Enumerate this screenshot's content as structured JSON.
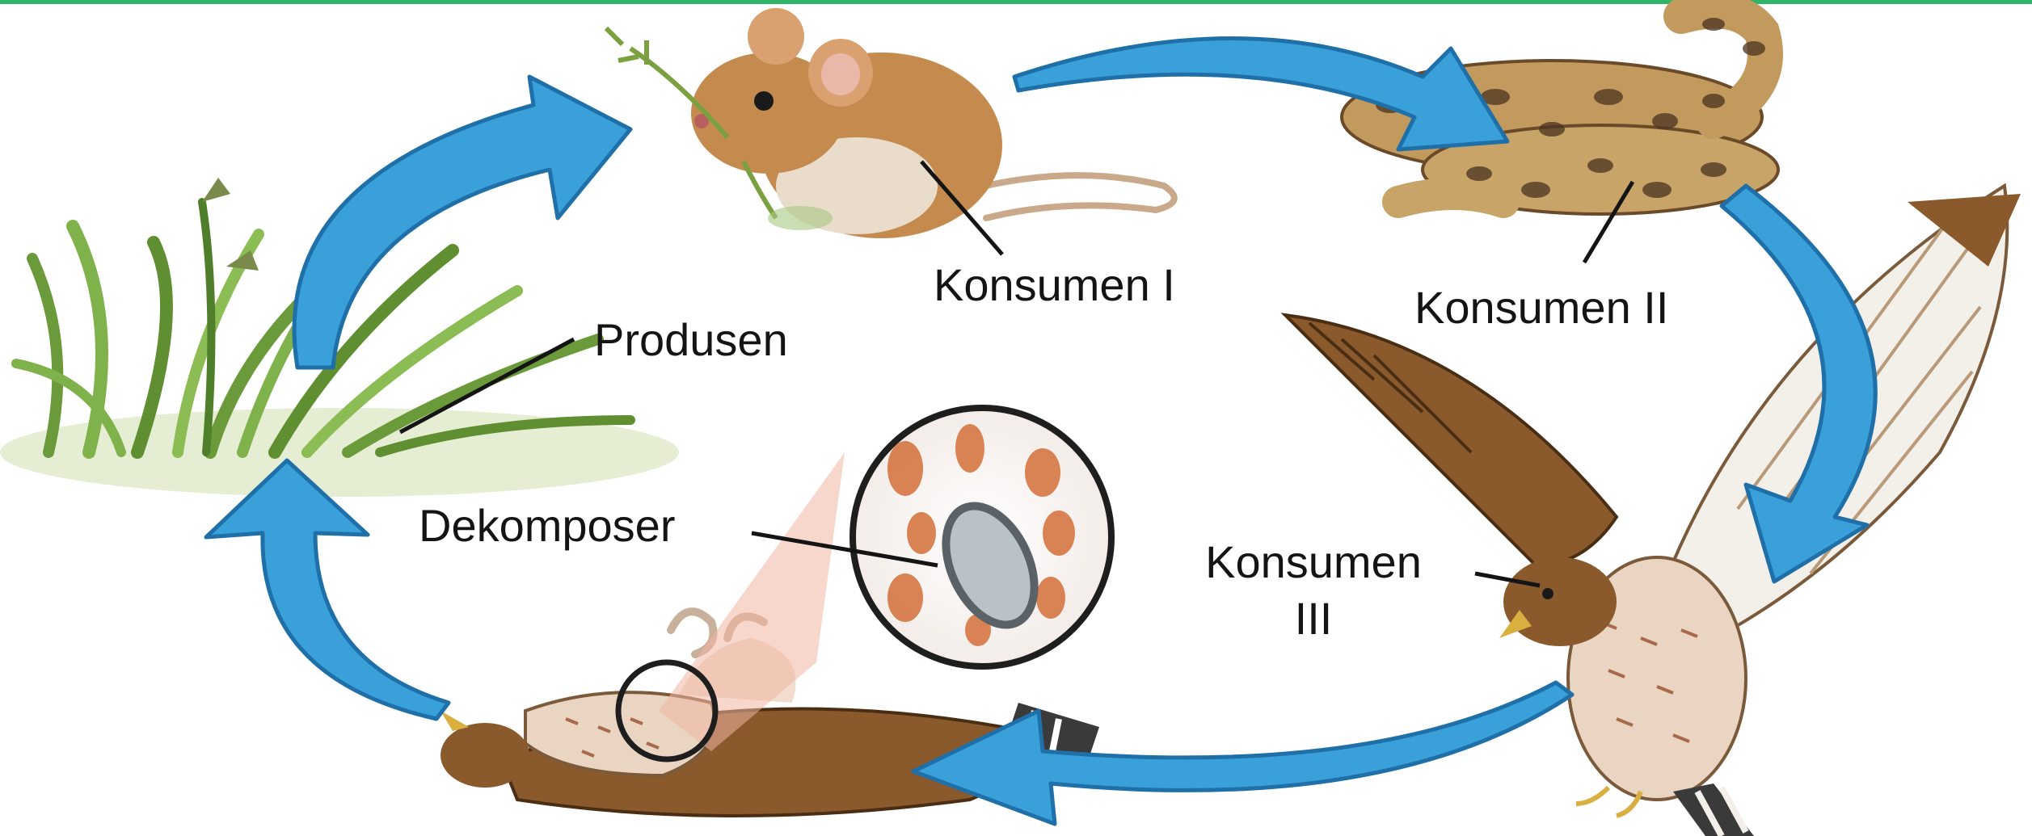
{
  "labels": {
    "produsen": "Produsen",
    "konsumen1": "Konsumen I",
    "konsumen2": "Konsumen II",
    "konsumen3_line1": "Konsumen",
    "konsumen3_line2": "III",
    "dekomposer": "Dekomposer"
  },
  "organisms": {
    "produsen": "grass",
    "konsumen1": "mouse",
    "konsumen2": "snake",
    "konsumen3": "hawk",
    "dekomposer": "dead-bird-with-bacteria"
  },
  "colors": {
    "arrow": "#3aa0da",
    "arrow_edge": "#1f6fa8",
    "label": "#141414",
    "frame_top": "#2fb56a"
  }
}
